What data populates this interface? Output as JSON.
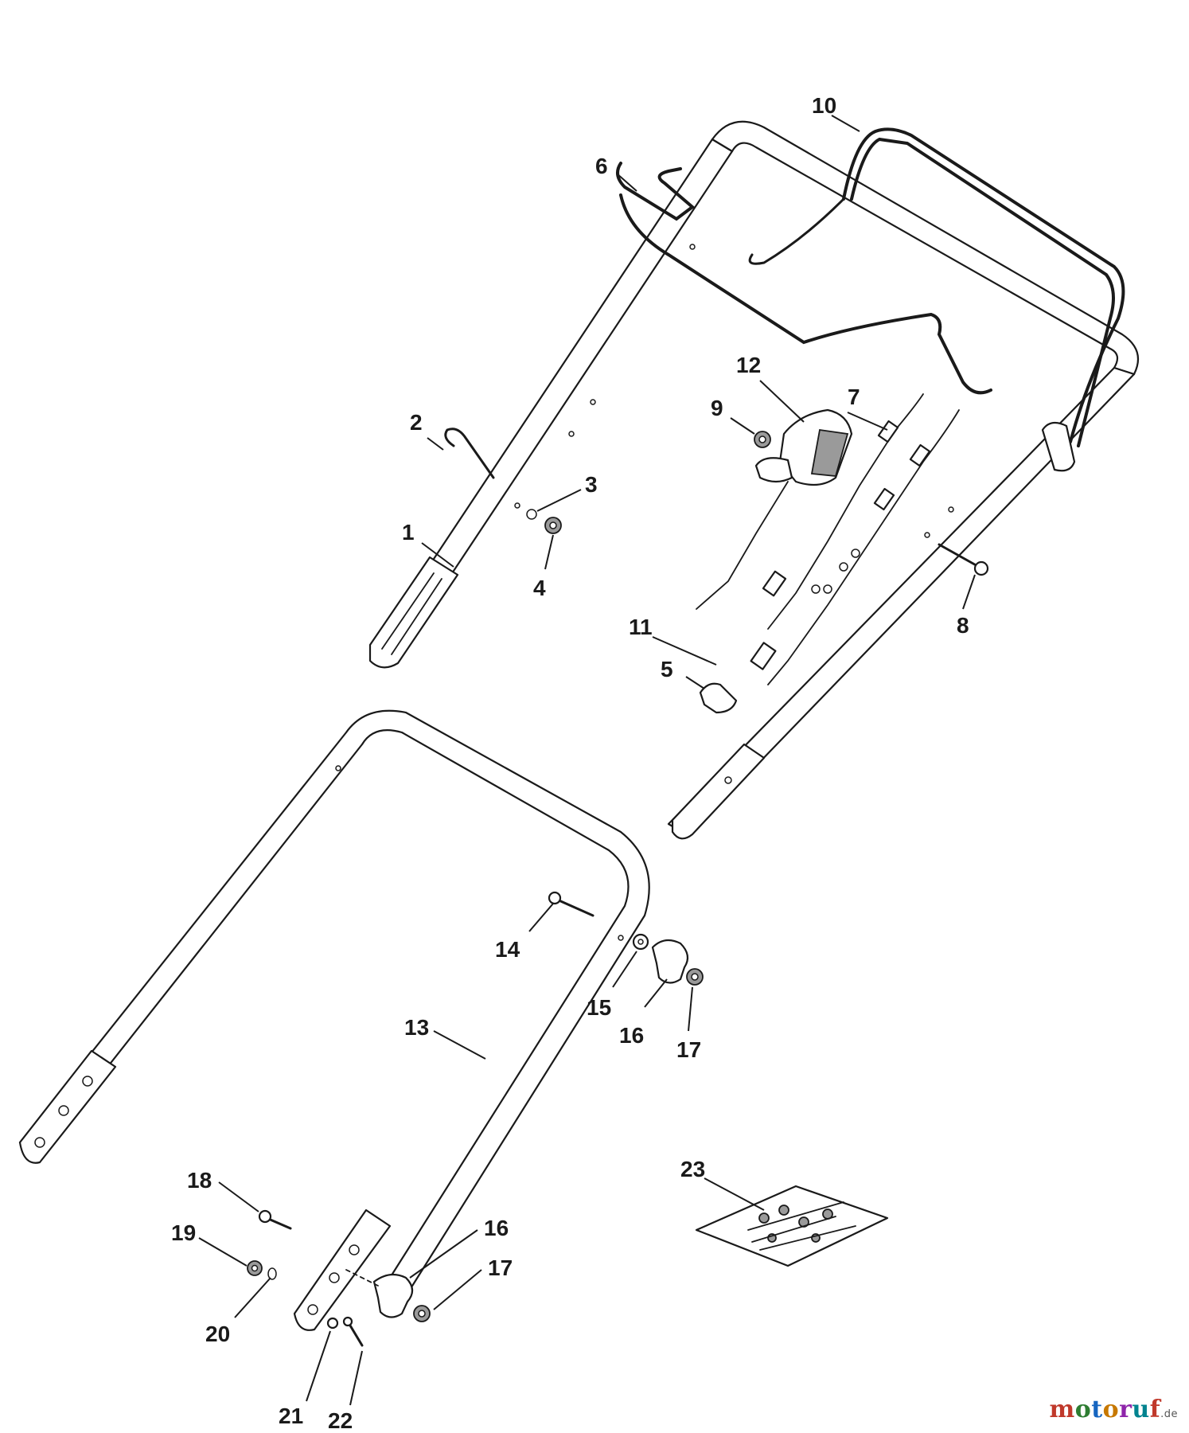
{
  "callouts": [
    "1",
    "2",
    "3",
    "4",
    "5",
    "6",
    "7",
    "8",
    "9",
    "10",
    "11",
    "12",
    "13",
    "14",
    "15",
    "16",
    "17",
    "16",
    "17",
    "18",
    "19",
    "20",
    "21",
    "22",
    "23"
  ],
  "watermark": {
    "letters": [
      "m",
      "o",
      "t",
      "o",
      "r",
      "u",
      "f"
    ],
    "colors": [
      "#c0392b",
      "#2e7d32",
      "#1565c0",
      "#c77800",
      "#8e24aa",
      "#00838f",
      "#c0392b"
    ],
    "suffix": ".de"
  }
}
